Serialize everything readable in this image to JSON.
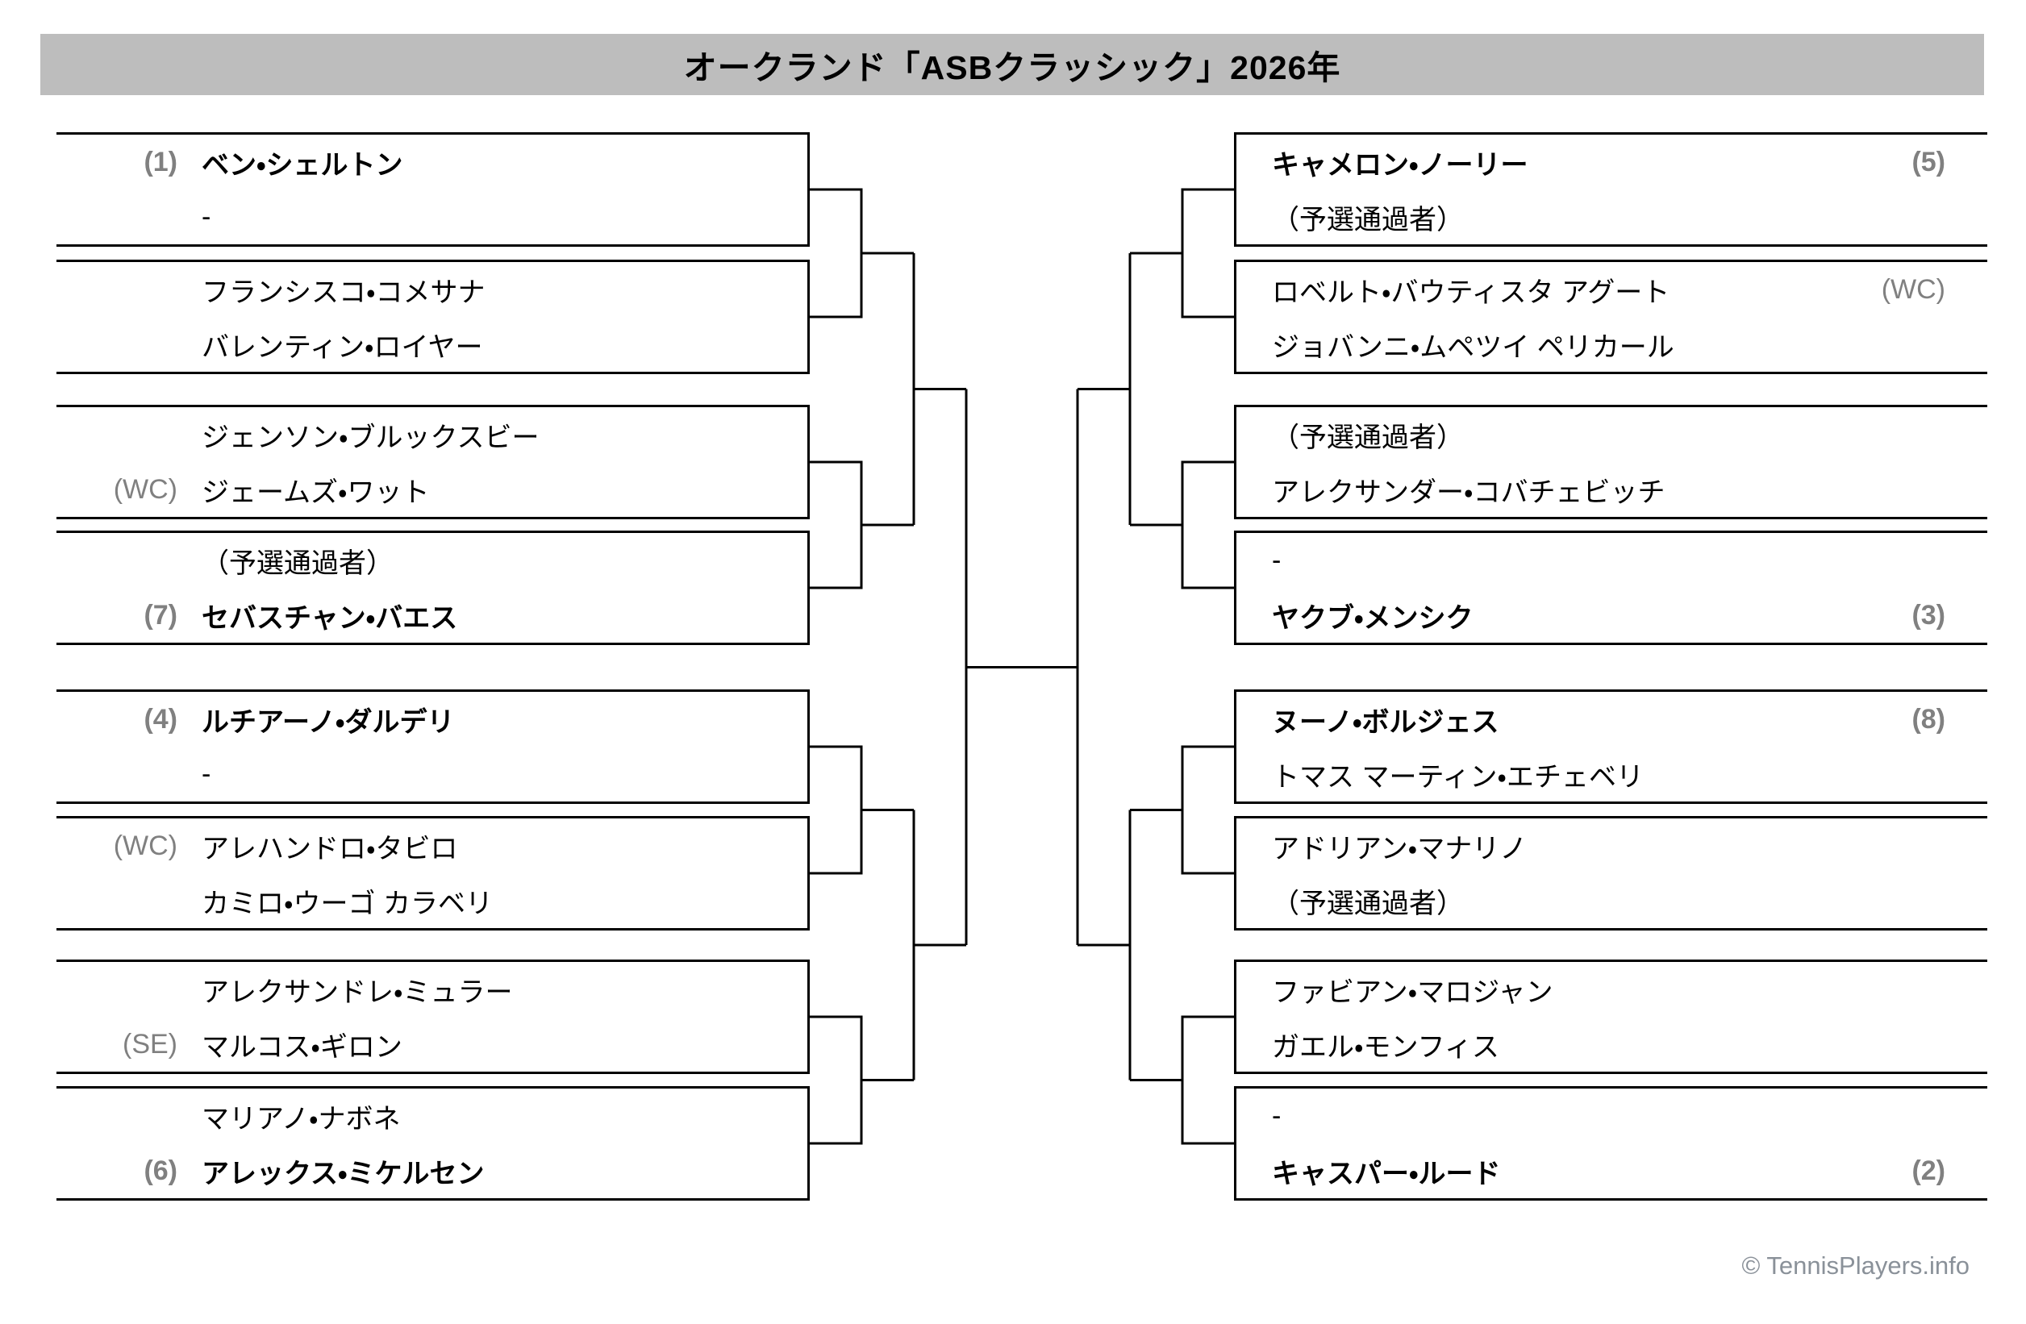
{
  "title": "オークランド「ASBクラッシック」2026年",
  "footer": "© TennisPlayers.info",
  "colors": {
    "title_bar_bg": "#bdbdbd",
    "tag_gray": "#808080",
    "line_black": "#000000",
    "footer_gray": "#8a9199"
  },
  "left_matches": [
    {
      "rows": [
        {
          "tag": "(1)",
          "name": "ベン・シェルトン"
        },
        {
          "tag": "",
          "name": "-"
        }
      ]
    },
    {
      "rows": [
        {
          "tag": "",
          "name": "フランシスコ・コメサナ"
        },
        {
          "tag": "",
          "name": "バレンティン・ロイヤー"
        }
      ]
    },
    {
      "rows": [
        {
          "tag": "",
          "name": "ジェンソン・ブルックスビー"
        },
        {
          "tag": "(WC)",
          "name": "ジェームズ・ワット"
        }
      ]
    },
    {
      "rows": [
        {
          "tag": "",
          "name": "（予選通過者）"
        },
        {
          "tag": "(7)",
          "name": "セバスチャン・バエス"
        }
      ]
    },
    {
      "rows": [
        {
          "tag": "(4)",
          "name": "ルチアーノ・ダルデリ"
        },
        {
          "tag": "",
          "name": "-"
        }
      ]
    },
    {
      "rows": [
        {
          "tag": "(WC)",
          "name": "アレハンドロ・タビロ"
        },
        {
          "tag": "",
          "name": "カミロ・ウーゴ カラベリ"
        }
      ]
    },
    {
      "rows": [
        {
          "tag": "",
          "name": "アレクサンドレ・ミュラー"
        },
        {
          "tag": "(SE)",
          "name": "マルコス・ギロン"
        }
      ]
    },
    {
      "rows": [
        {
          "tag": "",
          "name": "マリアノ・ナボネ"
        },
        {
          "tag": "(6)",
          "name": "アレックス・ミケルセン"
        }
      ]
    }
  ],
  "right_matches": [
    {
      "rows": [
        {
          "name": "キャメロン・ノーリー",
          "seed": "(5)"
        },
        {
          "name": "（予選通過者）",
          "seed": ""
        }
      ]
    },
    {
      "rows": [
        {
          "name": "ロベルト・バウティスタ アグート",
          "seed": "(WC)"
        },
        {
          "name": "ジョバンニ・ムペツイ ペリカール",
          "seed": ""
        }
      ]
    },
    {
      "rows": [
        {
          "name": "（予選通過者）",
          "seed": ""
        },
        {
          "name": "アレクサンダー・コバチェビッチ",
          "seed": ""
        }
      ]
    },
    {
      "rows": [
        {
          "name": "-",
          "seed": ""
        },
        {
          "name": "ヤクブ・メンシク",
          "seed": "(3)"
        }
      ]
    },
    {
      "rows": [
        {
          "name": "ヌーノ・ボルジェス",
          "seed": "(8)"
        },
        {
          "name": "トマス マーティン・エチェベリ",
          "seed": ""
        }
      ]
    },
    {
      "rows": [
        {
          "name": "アドリアン・マナリノ",
          "seed": ""
        },
        {
          "name": "（予選通過者）",
          "seed": ""
        }
      ]
    },
    {
      "rows": [
        {
          "name": "ファビアン・マロジャン",
          "seed": ""
        },
        {
          "name": "ガエル・モンフィス",
          "seed": ""
        }
      ]
    },
    {
      "rows": [
        {
          "name": "-",
          "seed": ""
        },
        {
          "name": "キャスパー・ルード",
          "seed": "(2)"
        }
      ]
    }
  ]
}
